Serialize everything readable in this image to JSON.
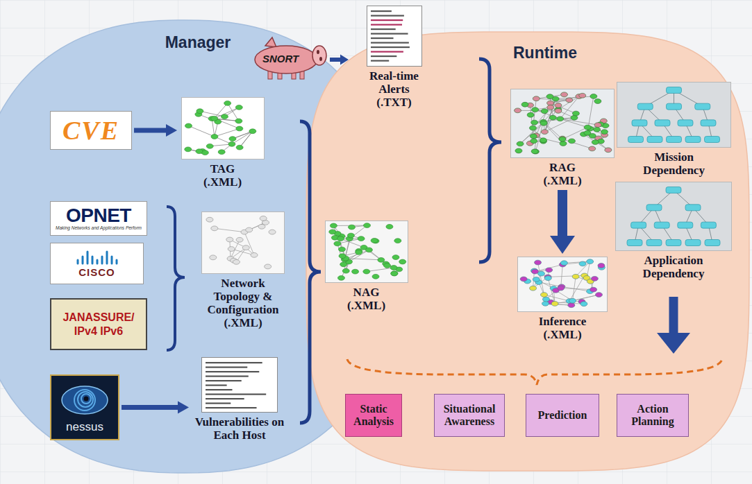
{
  "diagram": {
    "nodes": [
      {
        "text": [
          "Manager"
        ]
      },
      {
        "text": [
          "CVE"
        ],
        "in": 0
      },
      {
        "text": [
          "TAG (.XML)"
        ],
        "in": 0
      },
      {
        "text": [
          "OPNET",
          "Making Networks and Applications Perform"
        ],
        "in": 0
      },
      {
        "text": [
          "CISCO"
        ],
        "in": 0
      },
      {
        "text": [
          "JANASSURE/ IPv4 IPv6"
        ],
        "in": 0
      },
      {
        "text": [
          "Network Topology & Configuration (.XML)"
        ],
        "in": 0
      },
      {
        "text": [
          "nessus"
        ],
        "in": 0
      },
      {
        "text": [
          "Vulnerabilities on Each Host"
        ],
        "in": 0
      },
      {
        "text": [
          "SNORT"
        ]
      },
      {
        "text": [
          "Real-time Alerts (.TXT)"
        ]
      },
      {
        "text": [
          "Runtime"
        ]
      },
      {
        "text": [
          "NAG (.XML)"
        ],
        "in": 11
      },
      {
        "text": [
          "RAG (.XML)"
        ],
        "in": 11
      },
      {
        "text": [
          "Mission Dependency"
        ],
        "in": 11
      },
      {
        "text": [
          "Inference (.XML)"
        ],
        "in": 11
      },
      {
        "text": [
          "Application Dependency"
        ],
        "in": 11
      },
      {
        "text": [
          "Static Analysis"
        ],
        "in": 11
      },
      {
        "text": [
          "Situational Awareness"
        ],
        "in": 11
      },
      {
        "text": [
          "Prediction"
        ],
        "in": 11
      },
      {
        "text": [
          "Action Planning"
        ],
        "in": 11
      }
    ],
    "edges": [
      {
        "from": 1,
        "to": 2,
        "arrow": "to"
      },
      {
        "from": 7,
        "to": 8,
        "arrow": "to"
      },
      {
        "from": 9,
        "to": 10,
        "arrow": "to"
      },
      {
        "from": 13,
        "to": 15,
        "arrow": "to"
      }
    ]
  }
}
